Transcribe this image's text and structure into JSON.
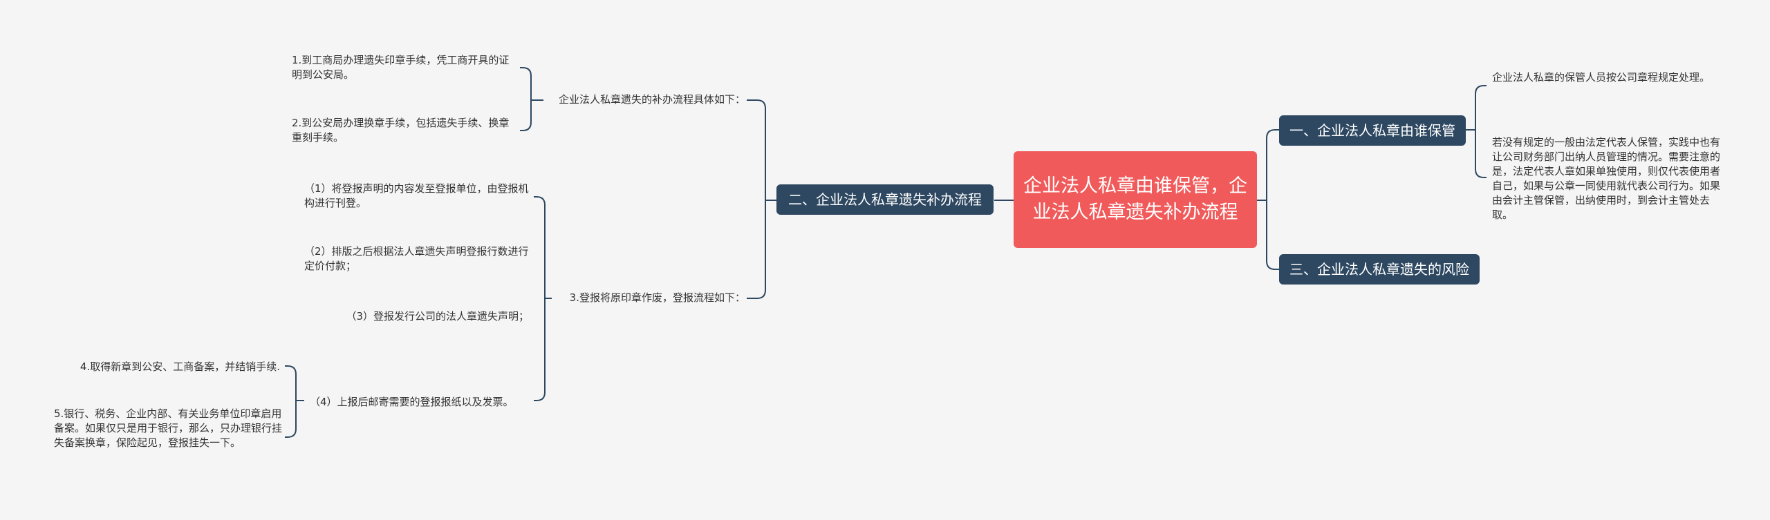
{
  "root": {
    "title": "企业法人私章由谁保管，企业法人私章遗失补办流程"
  },
  "branches": {
    "b1": "一、企业法人私章由谁保管",
    "b2": "二、企业法人私章遗失补办流程",
    "b3": "三、企业法人私章遗失的风险"
  },
  "b1_children": {
    "c1": "企业法人私章的保管人员按公司章程规定处理。",
    "c2": "若没有规定的一般由法定代表人保管，实践中也有让公司财务部门出纳人员管理的情况。需要注意的是，法定代表人章如果单独使用，则仅代表使用者自己，如果与公章一同使用就代表公司行为。如果由会计主管保管，出纳使用时，到会计主管处去取。"
  },
  "b2_children": {
    "g1_label": "企业法人私章遗失的补办流程具体如下：",
    "g1_item1": "1.到工商局办理遗失印章手续，凭工商开具的证明到公安局。",
    "g1_item2": "2.到公安局办理换章手续，包括遗失手续、换章重刻手续。",
    "g2_label": "3.登报将原印章作废，登报流程如下：",
    "g2_item1": "（1）将登报声明的内容发至登报单位，由登报机构进行刊登。",
    "g2_item2": "（2）排版之后根据法人章遗失声明登报行数进行定价付款；",
    "g2_item3": "（3）登报发行公司的法人章遗失声明；",
    "g2_item4": "（4）上报后邮寄需要的登报报纸以及发票。",
    "g3_item1": "4.取得新章到公安、工商备案，并结销手续.",
    "g3_item2": "5.银行、税务、企业内部、有关业务单位印章启用备案。如果仅只是用于银行，那么，只办理银行挂失备案换章，保险起见，登报挂失一下。"
  },
  "colors": {
    "background": "#f5f5f5",
    "root": "#f15a5a",
    "branch": "#2e4861",
    "connector": "#2e4861",
    "text": "#333333"
  }
}
